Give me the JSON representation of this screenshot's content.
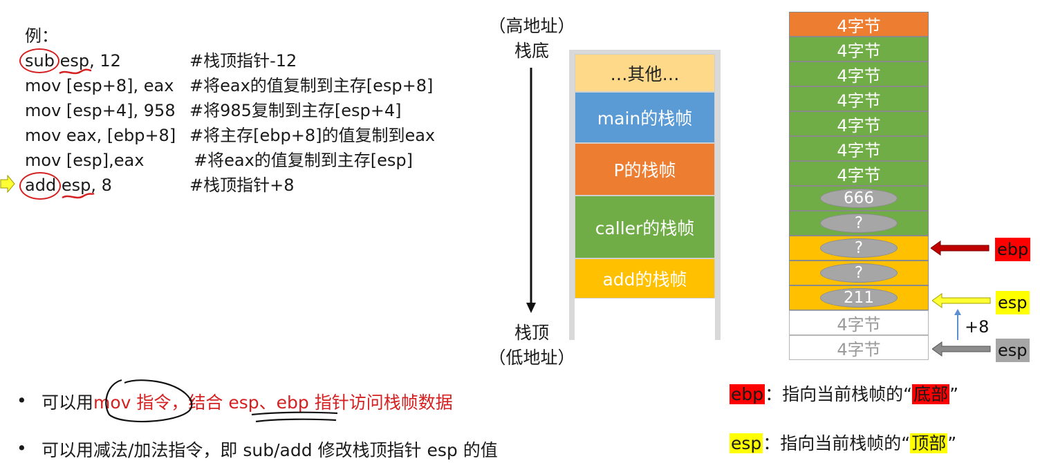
{
  "example": {
    "label": "例：",
    "lines": [
      {
        "op": "sub",
        "args": "esp, 12",
        "comment": "#栈顶指针-12"
      },
      {
        "op": "mov",
        "args": "[esp+8], eax",
        "comment": "#将eax的值复制到主存[esp+8]"
      },
      {
        "op": "mov",
        "args": "[esp+4], 958",
        "comment": "#将985复制到主存[esp+4]"
      },
      {
        "op": "mov",
        "args": "eax, [ebp+8]",
        "comment": "#将主存[ebp+8]的值复制到eax"
      },
      {
        "op": "mov",
        "args": "[esp],eax",
        "comment": "#将eax的值复制到主存[esp]"
      },
      {
        "op": "add",
        "args": "esp, 8",
        "comment": "#栈顶指针+8"
      }
    ]
  },
  "stack_diagram": {
    "top_label_1": "（高地址）",
    "top_label_2": "栈底",
    "bottom_label_1": "栈顶",
    "bottom_label_2": "（低地址）",
    "frames": [
      {
        "label": "…其他…",
        "color": "#ffd98a"
      },
      {
        "label": "main的栈帧",
        "color": "#5b9bd5"
      },
      {
        "label": "P的栈帧",
        "color": "#ed7d31"
      },
      {
        "label": "caller的栈帧",
        "color": "#70ad47"
      },
      {
        "label": "add的栈帧",
        "color": "#ffc000"
      }
    ]
  },
  "memory_stack": {
    "cells": [
      {
        "text": "4字节",
        "color": "#ed7d31"
      },
      {
        "text": "4字节",
        "color": "#70ad47"
      },
      {
        "text": "4字节",
        "color": "#70ad47"
      },
      {
        "text": "4字节",
        "color": "#70ad47"
      },
      {
        "text": "4字节",
        "color": "#70ad47"
      },
      {
        "text": "4字节",
        "color": "#70ad47"
      },
      {
        "text": "4字节",
        "color": "#70ad47"
      },
      {
        "text": "666",
        "color": "#70ad47",
        "oval": true
      },
      {
        "text": "?",
        "color": "#70ad47",
        "oval": true
      },
      {
        "text": "?",
        "color": "#ffc000",
        "oval": true
      },
      {
        "text": "?",
        "color": "#ffc000",
        "oval": true
      },
      {
        "text": "211",
        "color": "#ffc000",
        "oval": true
      },
      {
        "text": "4字节",
        "color": "#ffffff",
        "light": true
      },
      {
        "text": "4字节",
        "color": "#ffffff",
        "light": true
      }
    ],
    "ebp_label": "ebp",
    "esp_new_label": "esp",
    "esp_old_label": "esp",
    "offset_label": "+8"
  },
  "legend": {
    "ebp_name": "ebp",
    "ebp_text": "：指向当前栈帧的“",
    "ebp_highlight": "底部",
    "ebp_close": "”",
    "esp_name": "esp",
    "esp_text": "：指向当前栈帧的“",
    "esp_highlight": "顶部",
    "esp_close": "”"
  },
  "bullets": {
    "b1_prefix": "可以用",
    "b1_red": "mov 指令，结合 esp、ebp 指针访问栈帧数据",
    "b2": "可以用减法/加法指令，即 sub/add 修改栈顶指针 esp 的值"
  },
  "colors": {
    "red_annotation": "#d42020",
    "ebp_label_bg": "#ff0000",
    "esp_label_bg": "#ffff00",
    "esp_old_label_bg": "#a6a6a6"
  }
}
